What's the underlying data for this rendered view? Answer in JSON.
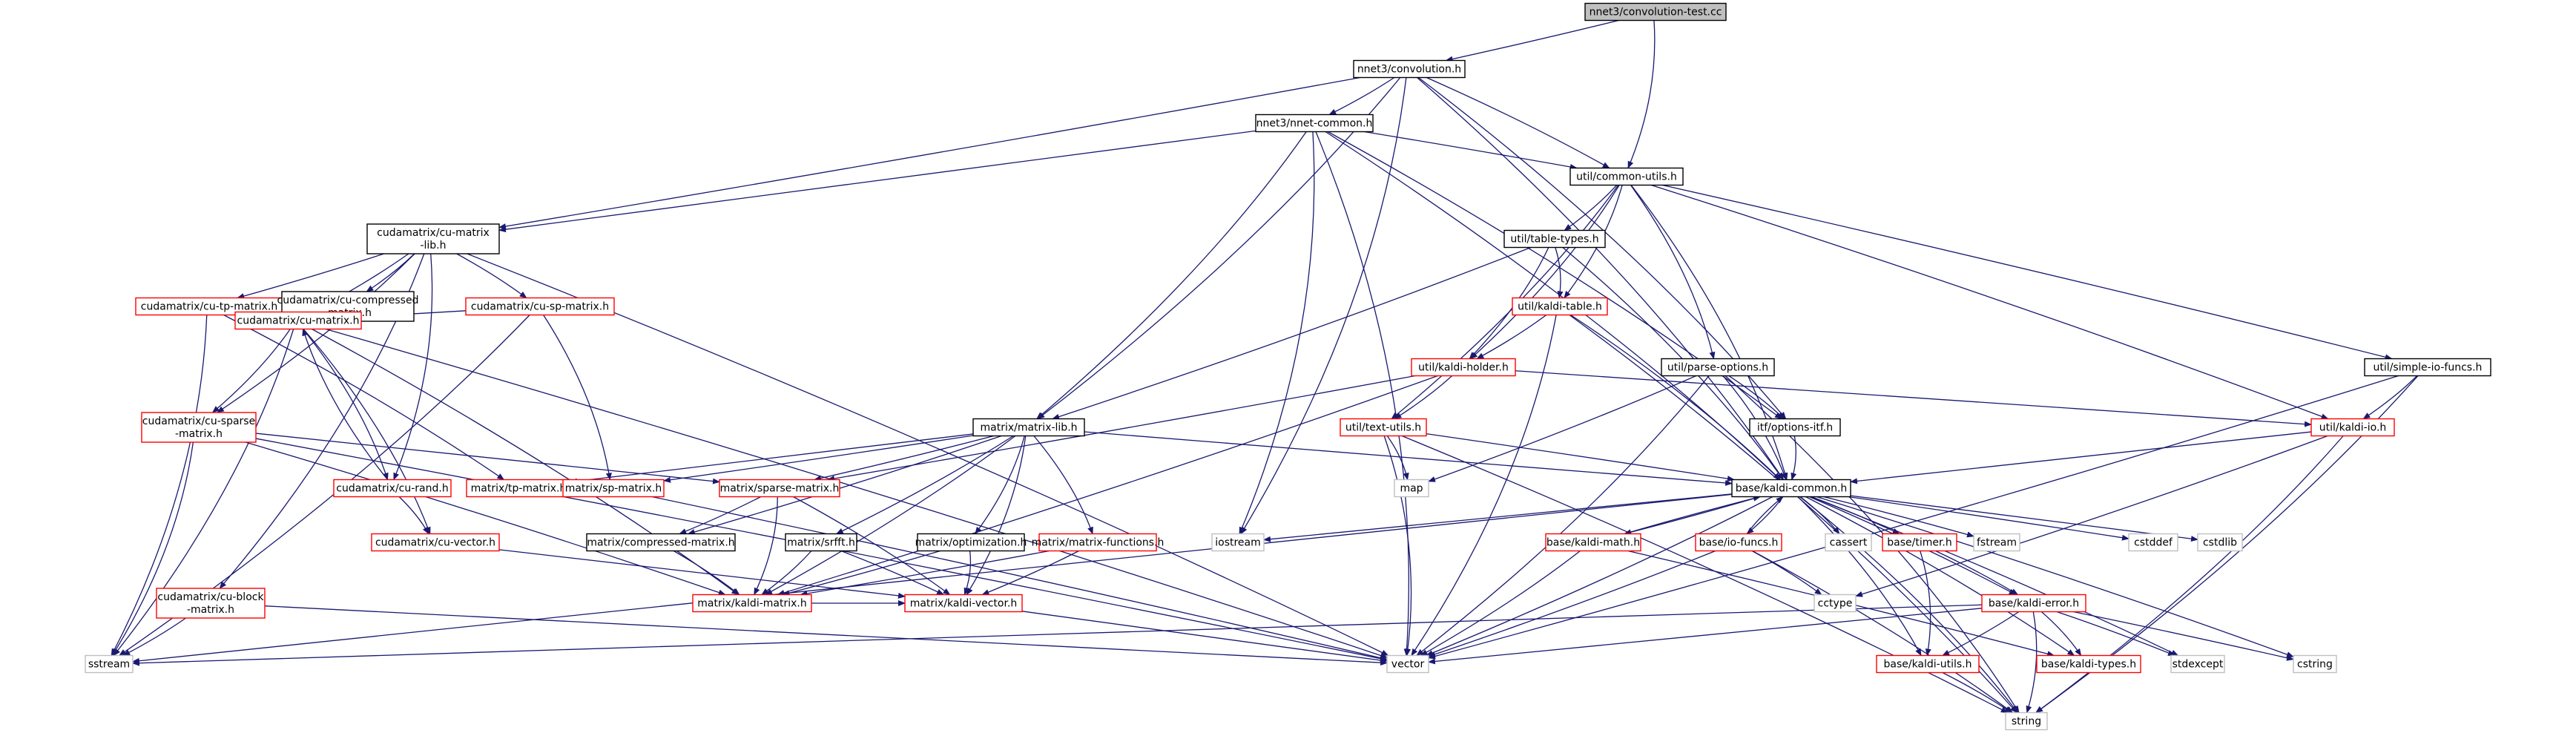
{
  "graph": {
    "nodes": [
      {
        "id": "root",
        "lines": [
          "nnet3/convolution-test.cc"
        ],
        "style": "root"
      },
      {
        "id": "conv",
        "lines": [
          "nnet3/convolution.h"
        ],
        "style": "black"
      },
      {
        "id": "nnetcommon",
        "lines": [
          "nnet3/nnet-common.h"
        ],
        "style": "black"
      },
      {
        "id": "commonutils",
        "lines": [
          "util/common-utils.h"
        ],
        "style": "black"
      },
      {
        "id": "cumatrixlib",
        "lines": [
          "cudamatrix/cu-matrix",
          "-lib.h"
        ],
        "style": "black"
      },
      {
        "id": "tabletypes",
        "lines": [
          "util/table-types.h"
        ],
        "style": "black"
      },
      {
        "id": "kalditable",
        "lines": [
          "util/kaldi-table.h"
        ],
        "style": "red"
      },
      {
        "id": "cutpmatrix",
        "lines": [
          "cudamatrix/cu-tp-matrix.h"
        ],
        "style": "red"
      },
      {
        "id": "cucompressed",
        "lines": [
          "cudamatrix/cu-compressed",
          "-matrix.h"
        ],
        "style": "black"
      },
      {
        "id": "cuspmatrix",
        "lines": [
          "cudamatrix/cu-sp-matrix.h"
        ],
        "style": "red"
      },
      {
        "id": "cumatrix",
        "lines": [
          "cudamatrix/cu-matrix.h"
        ],
        "style": "red"
      },
      {
        "id": "kaldiholder",
        "lines": [
          "util/kaldi-holder.h"
        ],
        "style": "red"
      },
      {
        "id": "parseoptions",
        "lines": [
          "util/parse-options.h"
        ],
        "style": "black"
      },
      {
        "id": "simpleio",
        "lines": [
          "util/simple-io-funcs.h"
        ],
        "style": "black"
      },
      {
        "id": "cusparse",
        "lines": [
          "cudamatrix/cu-sparse",
          "-matrix.h"
        ],
        "style": "red"
      },
      {
        "id": "matrixlib",
        "lines": [
          "matrix/matrix-lib.h"
        ],
        "style": "black"
      },
      {
        "id": "textutils",
        "lines": [
          "util/text-utils.h"
        ],
        "style": "red"
      },
      {
        "id": "itf",
        "lines": [
          "itf/options-itf.h"
        ],
        "style": "black"
      },
      {
        "id": "kaldiio",
        "lines": [
          "util/kaldi-io.h"
        ],
        "style": "red"
      },
      {
        "id": "curand",
        "lines": [
          "cudamatrix/cu-rand.h"
        ],
        "style": "red"
      },
      {
        "id": "tpmatrix",
        "lines": [
          "matrix/tp-matrix.h"
        ],
        "style": "red"
      },
      {
        "id": "spmatrix",
        "lines": [
          "matrix/sp-matrix.h"
        ],
        "style": "red"
      },
      {
        "id": "sparsematrix",
        "lines": [
          "matrix/sparse-matrix.h"
        ],
        "style": "red"
      },
      {
        "id": "map",
        "lines": [
          "map"
        ],
        "style": "gray"
      },
      {
        "id": "kaldicommon",
        "lines": [
          "base/kaldi-common.h"
        ],
        "style": "black"
      },
      {
        "id": "cuvector",
        "lines": [
          "cudamatrix/cu-vector.h"
        ],
        "style": "red"
      },
      {
        "id": "compressed",
        "lines": [
          "matrix/compressed-matrix.h"
        ],
        "style": "black"
      },
      {
        "id": "srfft",
        "lines": [
          "matrix/srfft.h"
        ],
        "style": "black"
      },
      {
        "id": "optimization",
        "lines": [
          "matrix/optimization.h"
        ],
        "style": "black"
      },
      {
        "id": "mfunctions",
        "lines": [
          "matrix/matrix-functions.h"
        ],
        "style": "red"
      },
      {
        "id": "iostream",
        "lines": [
          "iostream"
        ],
        "style": "gray"
      },
      {
        "id": "kaldimath",
        "lines": [
          "base/kaldi-math.h"
        ],
        "style": "red"
      },
      {
        "id": "iofuncs",
        "lines": [
          "base/io-funcs.h"
        ],
        "style": "red"
      },
      {
        "id": "cassert",
        "lines": [
          "cassert"
        ],
        "style": "gray"
      },
      {
        "id": "timer",
        "lines": [
          "base/timer.h"
        ],
        "style": "red"
      },
      {
        "id": "fstream",
        "lines": [
          "fstream"
        ],
        "style": "gray"
      },
      {
        "id": "cstddef",
        "lines": [
          "cstddef"
        ],
        "style": "gray"
      },
      {
        "id": "cstdlib",
        "lines": [
          "cstdlib"
        ],
        "style": "gray"
      },
      {
        "id": "cublock",
        "lines": [
          "cudamatrix/cu-block",
          "-matrix.h"
        ],
        "style": "red"
      },
      {
        "id": "kaldimatrix",
        "lines": [
          "matrix/kaldi-matrix.h"
        ],
        "style": "red"
      },
      {
        "id": "kaldivector",
        "lines": [
          "matrix/kaldi-vector.h"
        ],
        "style": "red"
      },
      {
        "id": "cctype",
        "lines": [
          "cctype"
        ],
        "style": "gray"
      },
      {
        "id": "kaldierror",
        "lines": [
          "base/kaldi-error.h"
        ],
        "style": "red"
      },
      {
        "id": "sstream",
        "lines": [
          "sstream"
        ],
        "style": "gray"
      },
      {
        "id": "vector",
        "lines": [
          "vector"
        ],
        "style": "gray"
      },
      {
        "id": "kaldiutils",
        "lines": [
          "base/kaldi-utils.h"
        ],
        "style": "red"
      },
      {
        "id": "kalditypes",
        "lines": [
          "base/kaldi-types.h"
        ],
        "style": "red"
      },
      {
        "id": "stdexcept",
        "lines": [
          "stdexcept"
        ],
        "style": "gray"
      },
      {
        "id": "cstring",
        "lines": [
          "cstring"
        ],
        "style": "gray"
      },
      {
        "id": "string",
        "lines": [
          "string"
        ],
        "style": "gray"
      }
    ],
    "edges": [
      [
        "root",
        "conv",
        "#191970"
      ],
      [
        "root",
        "commonutils",
        "#191970"
      ],
      [
        "conv",
        "nnetcommon",
        "#191970"
      ],
      [
        "conv",
        "commonutils",
        "#191970"
      ],
      [
        "conv",
        "cumatrixlib",
        "#191970"
      ],
      [
        "conv",
        "matrixlib",
        "#191970"
      ],
      [
        "conv",
        "iostream",
        "#191970"
      ],
      [
        "conv",
        "itf",
        "#191970"
      ],
      [
        "conv",
        "kaldicommon",
        "#191970"
      ],
      [
        "nnetcommon",
        "commonutils",
        "#191970"
      ],
      [
        "nnetcommon",
        "cumatrixlib",
        "#191970"
      ],
      [
        "nnetcommon",
        "matrixlib",
        "#191970"
      ],
      [
        "nnetcommon",
        "iostream",
        "#191970"
      ],
      [
        "nnetcommon",
        "itf",
        "#191970"
      ],
      [
        "nnetcommon",
        "kaldicommon",
        "#191970"
      ],
      [
        "nnetcommon",
        "vector",
        "#191970"
      ],
      [
        "commonutils",
        "tabletypes",
        "#191970"
      ],
      [
        "commonutils",
        "kalditable",
        "#191970"
      ],
      [
        "commonutils",
        "kaldiholder",
        "#191970"
      ],
      [
        "commonutils",
        "parseoptions",
        "#191970"
      ],
      [
        "commonutils",
        "simpleio",
        "#191970"
      ],
      [
        "commonutils",
        "textutils",
        "#191970"
      ],
      [
        "commonutils",
        "kaldiio",
        "#191970"
      ],
      [
        "commonutils",
        "kaldicommon",
        "#191970"
      ],
      [
        "tabletypes",
        "kalditable",
        "#191970"
      ],
      [
        "tabletypes",
        "kaldiholder",
        "#191970"
      ],
      [
        "tabletypes",
        "matrixlib",
        "#191970"
      ],
      [
        "tabletypes",
        "kaldicommon",
        "#191970"
      ],
      [
        "kalditable",
        "kaldiholder",
        "#191970"
      ],
      [
        "kalditable",
        "kaldicommon",
        "#191970"
      ],
      [
        "kalditable",
        "vector",
        "#191970"
      ],
      [
        "kalditable",
        "string",
        "#191970"
      ],
      [
        "kaldiholder",
        "textutils",
        "#191970"
      ],
      [
        "kaldiholder",
        "kaldiio",
        "#191970"
      ],
      [
        "kaldiholder",
        "sparsematrix",
        "#191970"
      ],
      [
        "kaldiholder",
        "kaldimatrix",
        "#191970"
      ],
      [
        "parseoptions",
        "itf",
        "#191970"
      ],
      [
        "parseoptions",
        "kaldicommon",
        "#191970"
      ],
      [
        "parseoptions",
        "map",
        "#191970"
      ],
      [
        "parseoptions",
        "vector",
        "#191970"
      ],
      [
        "parseoptions",
        "string",
        "#191970"
      ],
      [
        "simpleio",
        "kaldiio",
        "#191970"
      ],
      [
        "simpleio",
        "vector",
        "#191970"
      ],
      [
        "simpleio",
        "string",
        "#191970"
      ],
      [
        "textutils",
        "kaldicommon",
        "#191970"
      ],
      [
        "textutils",
        "map",
        "#191970"
      ],
      [
        "textutils",
        "vector",
        "#191970"
      ],
      [
        "textutils",
        "string",
        "#191970"
      ],
      [
        "itf",
        "kaldicommon",
        "#191970"
      ],
      [
        "kaldiio",
        "kaldicommon",
        "#191970"
      ],
      [
        "kaldiio",
        "cctype",
        "#191970"
      ],
      [
        "kaldiio",
        "string",
        "#191970"
      ],
      [
        "cumatrixlib",
        "cutpmatrix",
        "#191970"
      ],
      [
        "cumatrixlib",
        "cucompressed",
        "#191970"
      ],
      [
        "cumatrixlib",
        "cuspmatrix",
        "#191970"
      ],
      [
        "cumatrixlib",
        "cumatrix",
        "#191970"
      ],
      [
        "cumatrixlib",
        "cusparse",
        "#191970"
      ],
      [
        "cumatrixlib",
        "curand",
        "#191970"
      ],
      [
        "cumatrixlib",
        "cublock",
        "#191970"
      ],
      [
        "cumatrixlib",
        "vector",
        "#191970"
      ],
      [
        "cutpmatrix",
        "cumatrix",
        "#191970"
      ],
      [
        "cutpmatrix",
        "tpmatrix",
        "#191970"
      ],
      [
        "cutpmatrix",
        "sstream",
        "#191970"
      ],
      [
        "cucompressed",
        "cumatrix",
        "#191970"
      ],
      [
        "cuspmatrix",
        "cumatrix",
        "#191970"
      ],
      [
        "cuspmatrix",
        "spmatrix",
        "#191970"
      ],
      [
        "cuspmatrix",
        "sstream",
        "#191970"
      ],
      [
        "cumatrix",
        "cusparse",
        "#191970"
      ],
      [
        "cumatrix",
        "curand",
        "#191970"
      ],
      [
        "cumatrix",
        "kaldimatrix",
        "#191970"
      ],
      [
        "cumatrix",
        "vector",
        "#191970"
      ],
      [
        "cumatrix",
        "sstream",
        "#191970"
      ],
      [
        "cumatrix",
        "cuvector",
        "#191970"
      ],
      [
        "curand",
        "cumatrix",
        "#191970"
      ],
      [
        "curand",
        "cuvector",
        "#191970"
      ],
      [
        "cusparse",
        "sparsematrix",
        "#191970"
      ],
      [
        "cusparse",
        "kaldimatrix",
        "#191970"
      ],
      [
        "cusparse",
        "sstream",
        "#191970"
      ],
      [
        "cusparse",
        "vector",
        "#191970"
      ],
      [
        "cublock",
        "sstream",
        "#191970"
      ],
      [
        "cublock",
        "vector",
        "#191970"
      ],
      [
        "matrixlib",
        "tpmatrix",
        "#191970"
      ],
      [
        "matrixlib",
        "spmatrix",
        "#191970"
      ],
      [
        "matrixlib",
        "sparsematrix",
        "#191970"
      ],
      [
        "matrixlib",
        "compressed",
        "#191970"
      ],
      [
        "matrixlib",
        "srfft",
        "#191970"
      ],
      [
        "matrixlib",
        "optimization",
        "#191970"
      ],
      [
        "matrixlib",
        "mfunctions",
        "#191970"
      ],
      [
        "matrixlib",
        "kaldimatrix",
        "#191970"
      ],
      [
        "matrixlib",
        "kaldivector",
        "#191970"
      ],
      [
        "matrixlib",
        "kaldicommon",
        "#191970"
      ],
      [
        "sparsematrix",
        "compressed",
        "#191970"
      ],
      [
        "sparsematrix",
        "kaldimatrix",
        "#191970"
      ],
      [
        "sparsematrix",
        "kaldivector",
        "#191970"
      ],
      [
        "spmatrix",
        "vector",
        "#191970"
      ],
      [
        "compressed",
        "kaldimatrix",
        "#191970"
      ],
      [
        "srfft",
        "kaldimatrix",
        "#191970"
      ],
      [
        "srfft",
        "kaldivector",
        "#191970"
      ],
      [
        "optimization",
        "kaldimatrix",
        "#191970"
      ],
      [
        "optimization",
        "kaldivector",
        "#191970"
      ],
      [
        "mfunctions",
        "kaldimatrix",
        "#191970"
      ],
      [
        "mfunctions",
        "kaldivector",
        "#191970"
      ],
      [
        "cuvector",
        "kaldivector",
        "#191970"
      ],
      [
        "kaldicommon",
        "kaldimath",
        "#191970"
      ],
      [
        "kaldicommon",
        "iofuncs",
        "#191970"
      ],
      [
        "kaldicommon",
        "timer",
        "#191970"
      ],
      [
        "kaldicommon",
        "kaldierror",
        "#191970"
      ],
      [
        "kaldicommon",
        "kaldiutils",
        "#191970"
      ],
      [
        "kaldicommon",
        "kalditypes",
        "#191970"
      ],
      [
        "kaldicommon",
        "iostream",
        "#191970"
      ],
      [
        "kaldicommon",
        "cassert",
        "#191970"
      ],
      [
        "kaldicommon",
        "fstream",
        "#191970"
      ],
      [
        "kaldicommon",
        "cstddef",
        "#191970"
      ],
      [
        "kaldicommon",
        "cstdlib",
        "#191970"
      ],
      [
        "kaldicommon",
        "sstream",
        "#191970"
      ],
      [
        "kaldicommon",
        "vector",
        "#191970"
      ],
      [
        "kaldicommon",
        "stdexcept",
        "#191970"
      ],
      [
        "kaldicommon",
        "cstring",
        "#191970"
      ],
      [
        "kaldicommon",
        "string",
        "#191970"
      ],
      [
        "kaldimath",
        "kaldicommon",
        "#191970"
      ],
      [
        "kaldimath",
        "vector",
        "#191970"
      ],
      [
        "kaldimath",
        "kalditypes",
        "#191970"
      ],
      [
        "iofuncs",
        "kaldicommon",
        "#191970"
      ],
      [
        "iofuncs",
        "cctype",
        "#191970"
      ],
      [
        "iofuncs",
        "vector",
        "#191970"
      ],
      [
        "iofuncs",
        "string",
        "#191970"
      ],
      [
        "timer",
        "kaldierror",
        "#191970"
      ],
      [
        "timer",
        "kaldiutils",
        "#191970"
      ],
      [
        "kaldierror",
        "kaldiutils",
        "#191970"
      ],
      [
        "kaldierror",
        "kalditypes",
        "#191970"
      ],
      [
        "kaldierror",
        "sstream",
        "#191970"
      ],
      [
        "kaldierror",
        "vector",
        "#191970"
      ],
      [
        "kaldierror",
        "stdexcept",
        "#191970"
      ],
      [
        "kaldierror",
        "cstring",
        "#191970"
      ],
      [
        "kaldierror",
        "string",
        "#191970"
      ],
      [
        "kaldiutils",
        "string",
        "#191970"
      ],
      [
        "kaldimatrix",
        "kaldivector",
        "#191970"
      ],
      [
        "kaldivector",
        "vector",
        "#191970"
      ]
    ]
  }
}
